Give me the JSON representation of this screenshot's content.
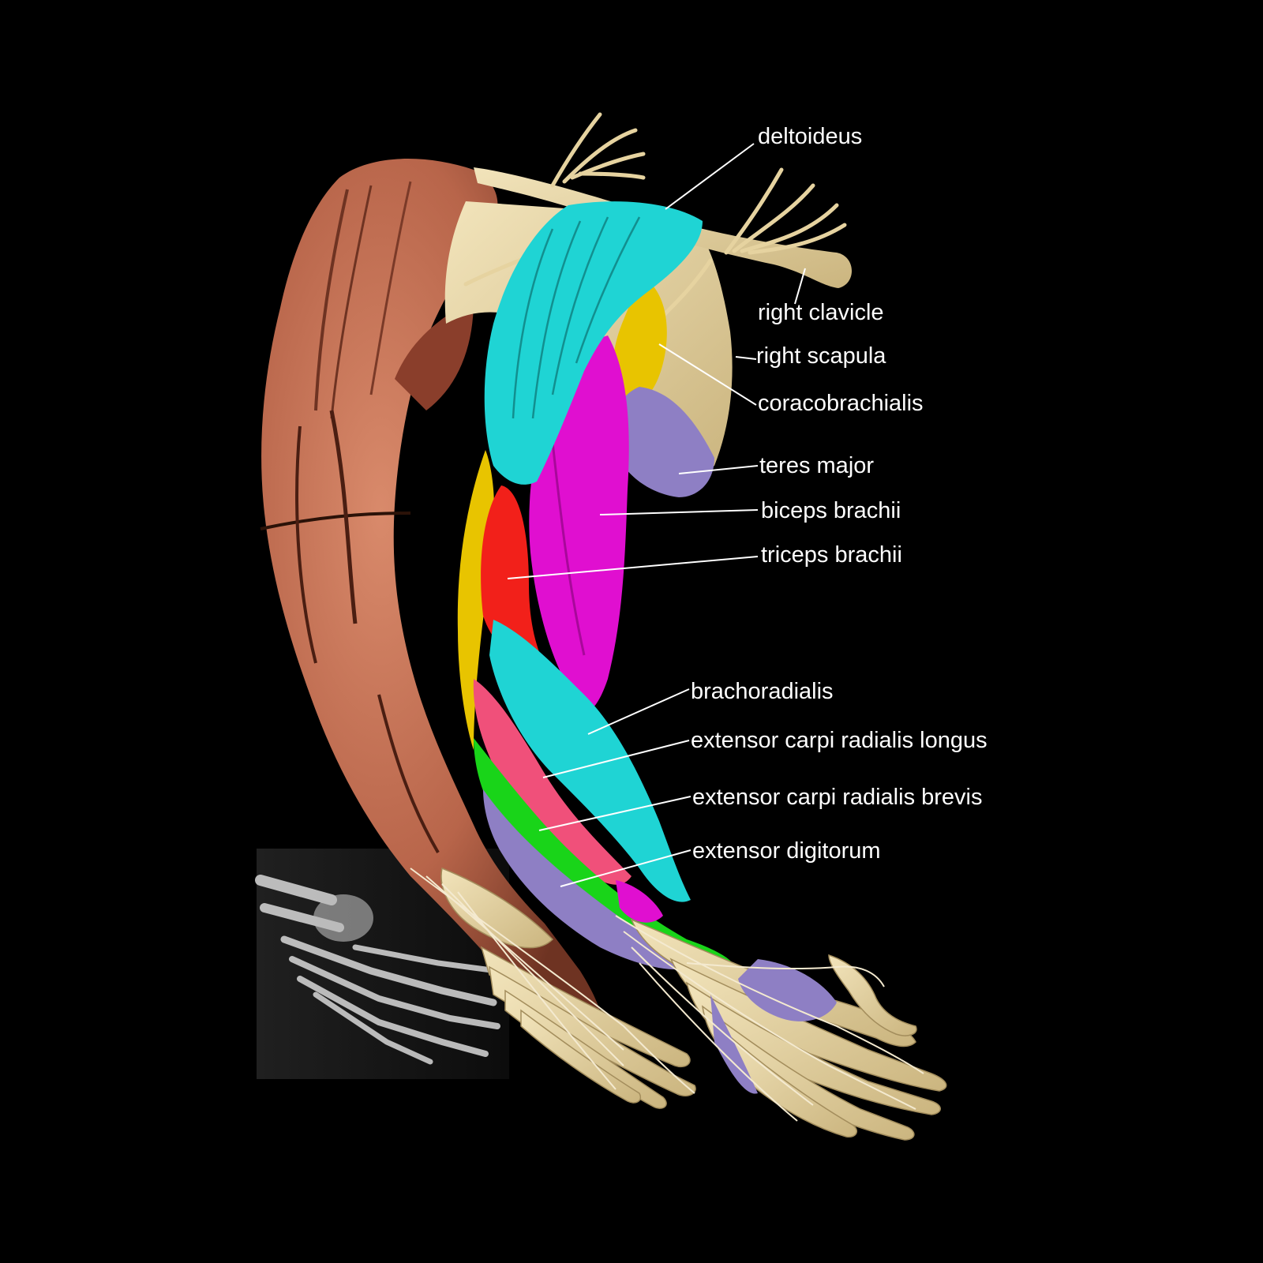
{
  "labels": {
    "deltoideus": "deltoideus",
    "right_clavicle": "right clavicle",
    "right_scapula": "right scapula",
    "coracobrachialis": "coracobrachialis",
    "teres_major": "teres major",
    "biceps_brachii": "biceps brachii",
    "triceps_brachii": "triceps brachii",
    "brachoradialis": "brachoradialis",
    "extensor_carpi_radialis_longus": "extensor carpi radialis longus",
    "extensor_carpi_radialis_brevis": "extensor carpi radialis brevis",
    "extensor_digitorum": "extensor digitorum"
  },
  "colors": {
    "background": "#000000",
    "label_text": "#ffffff",
    "leader_line": "#ffffff",
    "bone": "#e6d3a0",
    "skin_muscle": "#b8654a",
    "deltoideus": "#1fd4d4",
    "coracobrachialis": "#e8c400",
    "teres_major": "#8e7fc4",
    "biceps_brachii": "#e00fd0",
    "triceps_brachii": "#f2201a",
    "brachoradialis": "#1fd4d4",
    "extensor_carpi_radialis_longus": "#f0507a",
    "extensor_carpi_radialis_brevis": "#19d419",
    "extensor_digitorum": "#8e7fc4"
  }
}
